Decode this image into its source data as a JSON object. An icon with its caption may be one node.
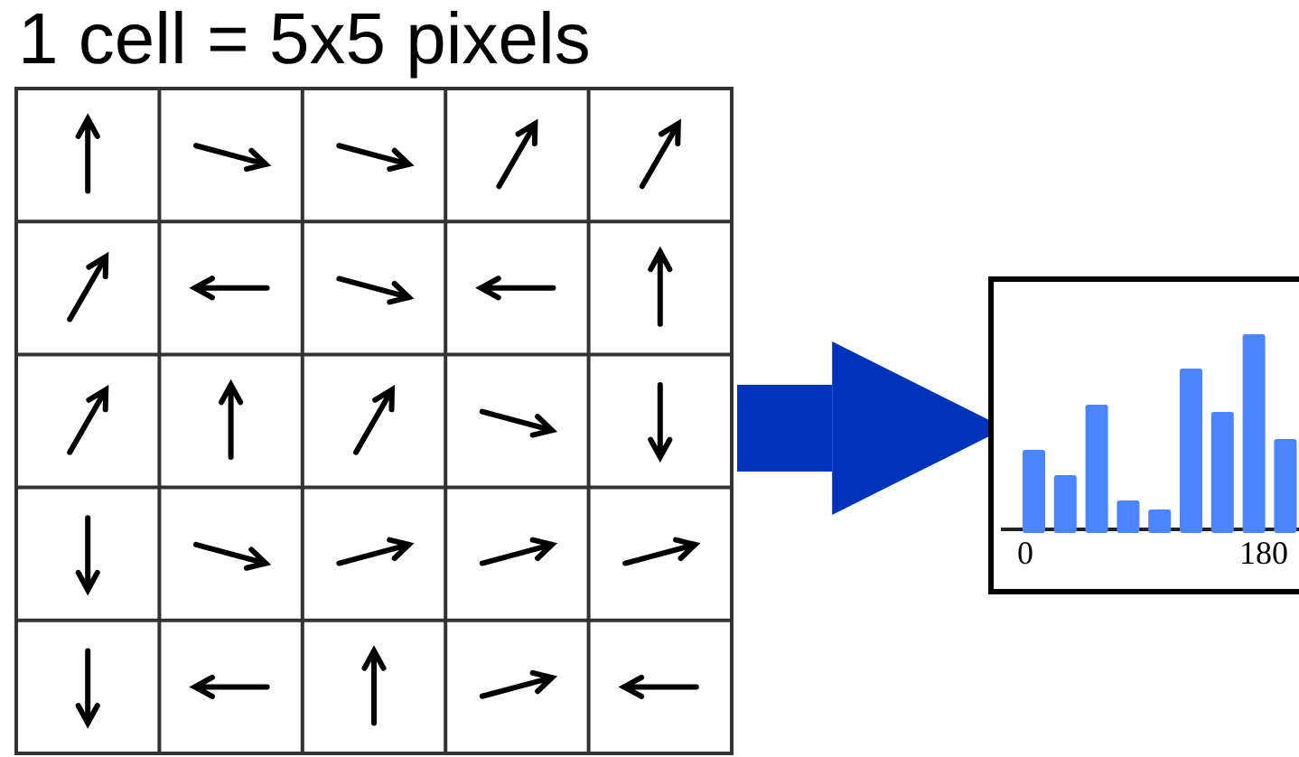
{
  "diagram": {
    "title": "1 cell = 5x5 pixels",
    "nodes": [
      {
        "text": [],
        "shape": "box"
      },
      {
        "text": [],
        "shape": "box"
      }
    ],
    "edges": [
      {
        "from": 0,
        "to": 1,
        "arrow": "to"
      }
    ],
    "labels": [
      "0",
      "180"
    ]
  }
}
